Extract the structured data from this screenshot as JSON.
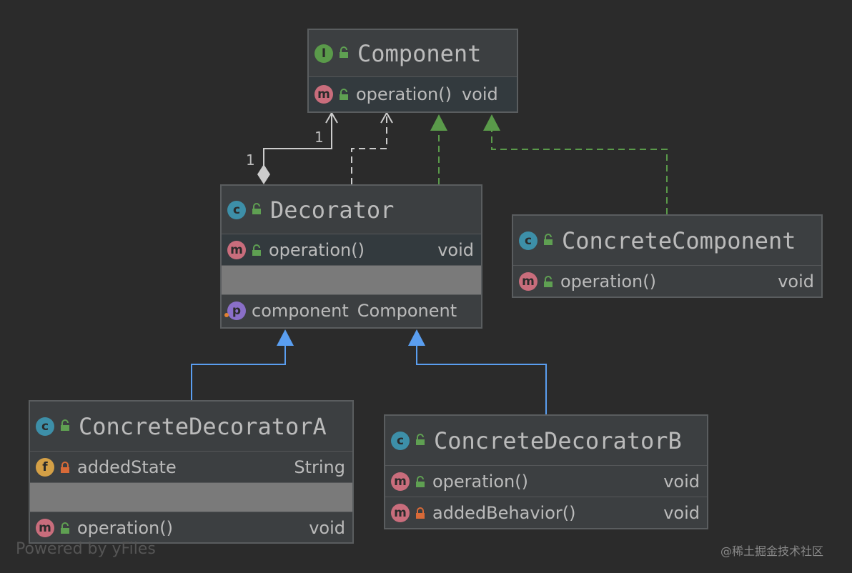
{
  "colors": {
    "background": "#2b2b2b",
    "node_fill": "#3c3f41",
    "node_border": "#5a5d5f",
    "text": "#bbbbbb",
    "interface_badge": "#5a9a4a",
    "class_badge": "#3d8fa8",
    "method_badge": "#c96d7c",
    "field_badge": "#d4a046",
    "property_badge": "#8a6fc8",
    "public_access": "#5fa052",
    "private_access": "#d86a38",
    "association_link": "#cccccc",
    "realization_link": "#5a9a4a",
    "generalization_link": "#5a9ef0"
  },
  "nodes": {
    "component": {
      "badge": "I",
      "title": "Component",
      "members": [
        {
          "badge": "m",
          "access": "public",
          "name": "operation()",
          "type": "void"
        }
      ]
    },
    "decorator": {
      "badge": "c",
      "title": "Decorator",
      "methods": [
        {
          "badge": "m",
          "access": "public",
          "name": "operation()",
          "type": "void"
        }
      ],
      "properties": [
        {
          "badge": "p",
          "access": "none",
          "name": "component",
          "type": "Component"
        }
      ]
    },
    "concrete_component": {
      "badge": "c",
      "title": "ConcreteComponent",
      "members": [
        {
          "badge": "m",
          "access": "public",
          "name": "operation()",
          "type": "void"
        }
      ]
    },
    "concrete_decorator_a": {
      "badge": "c",
      "title": "ConcreteDecoratorA",
      "fields": [
        {
          "badge": "f",
          "access": "private",
          "name": "addedState",
          "type": "String"
        }
      ],
      "methods": [
        {
          "badge": "m",
          "access": "public",
          "name": "operation()",
          "type": "void"
        }
      ]
    },
    "concrete_decorator_b": {
      "badge": "c",
      "title": "ConcreteDecoratorB",
      "methods": [
        {
          "badge": "m",
          "access": "public",
          "name": "operation()",
          "type": "void"
        },
        {
          "badge": "m",
          "access": "private",
          "name": "addedBehavior()",
          "type": "void"
        }
      ]
    }
  },
  "links": [
    {
      "from": "decorator",
      "to": "component",
      "kind": "aggregation",
      "source_multiplicity": "1",
      "target_multiplicity": "1"
    },
    {
      "from": "decorator",
      "to": "component",
      "kind": "dependency"
    },
    {
      "from": "decorator",
      "to": "component",
      "kind": "realization"
    },
    {
      "from": "concrete_component",
      "to": "component",
      "kind": "realization"
    },
    {
      "from": "concrete_decorator_a",
      "to": "decorator",
      "kind": "generalization"
    },
    {
      "from": "concrete_decorator_b",
      "to": "decorator",
      "kind": "generalization"
    }
  ],
  "footer": {
    "powered_by": "Powered by yFiles",
    "watermark": "@稀土掘金技术社区"
  }
}
